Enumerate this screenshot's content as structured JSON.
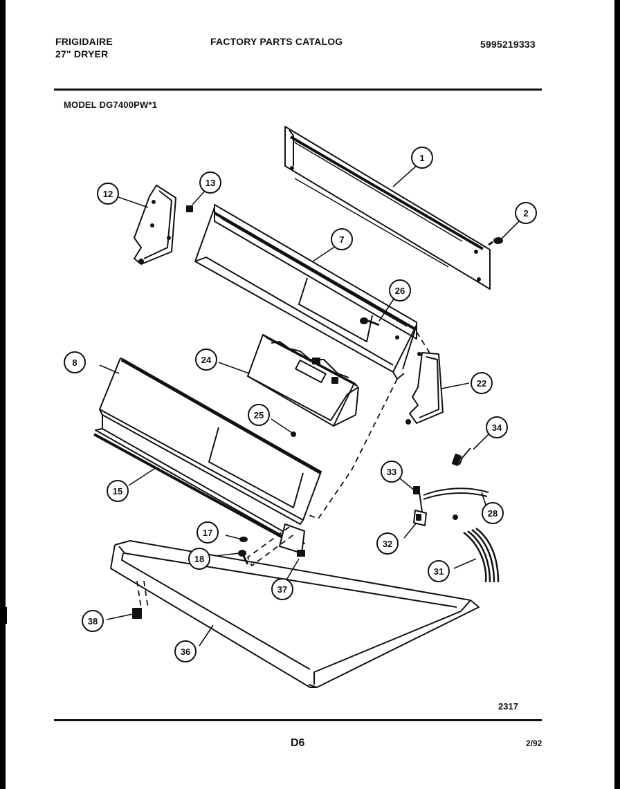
{
  "header": {
    "brand": "FRIGIDAIRE",
    "product": "27\" DRYER",
    "catalog_title": "FACTORY PARTS CATALOG",
    "catalog_number": "5995219333",
    "model": "MODEL DG7400PW*1"
  },
  "footer": {
    "drawing_number": "2317",
    "page_code": "D6",
    "date": "2/92"
  },
  "callouts": [
    "1",
    "2",
    "7",
    "8",
    "12",
    "13",
    "15",
    "17",
    "18",
    "22",
    "24",
    "25",
    "26",
    "28",
    "31",
    "32",
    "33",
    "34",
    "36",
    "37",
    "38"
  ]
}
